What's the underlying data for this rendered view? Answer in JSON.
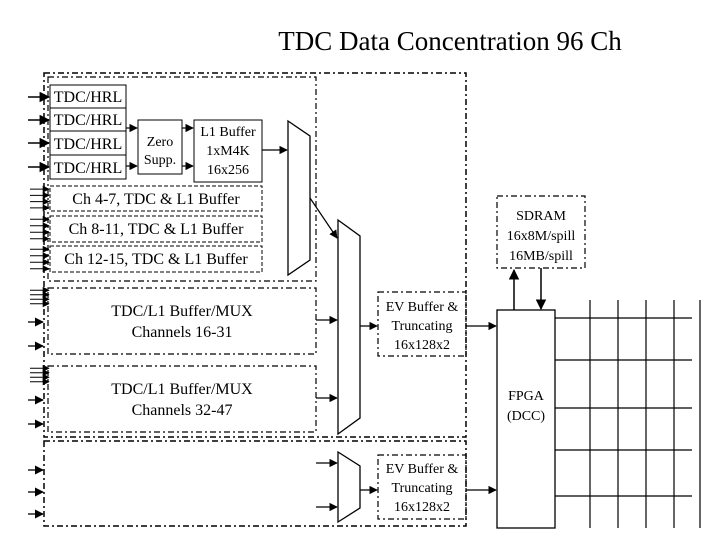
{
  "title": "TDC  Data Concentration 96 Ch",
  "tdc_rows": [
    "TDC/HRL",
    "TDC/HRL",
    "TDC/HRL",
    "TDC/HRL"
  ],
  "zero_supp": {
    "line1": "Zero",
    "line2": "Supp."
  },
  "l1_buffer": {
    "line1": "L1 Buffer",
    "line2": "1xM4K",
    "line3": "16x256"
  },
  "channel_groups": [
    "Ch 4-7, TDC & L1 Buffer",
    "Ch 8-11, TDC & L1 Buffer",
    "Ch 12-15, TDC & L1 Buffer"
  ],
  "mux_block_1": {
    "line1": "TDC/L1 Buffer/MUX",
    "line2": "Channels 16-31"
  },
  "mux_block_2": {
    "line1": "TDC/L1 Buffer/MUX",
    "line2": "Channels 32-47"
  },
  "sdram": {
    "line1": "SDRAM",
    "line2": "16x8M/spill",
    "line3": "16MB/spill"
  },
  "ev_buffer_1": {
    "line1": "EV Buffer &",
    "line2": "Truncating",
    "line3": "16x128x2"
  },
  "ev_buffer_2": {
    "line1": "EV Buffer &",
    "line2": "Truncating",
    "line3": "16x128x2"
  },
  "fpga": {
    "line1": "FPGA",
    "line2": "(DCC)"
  }
}
